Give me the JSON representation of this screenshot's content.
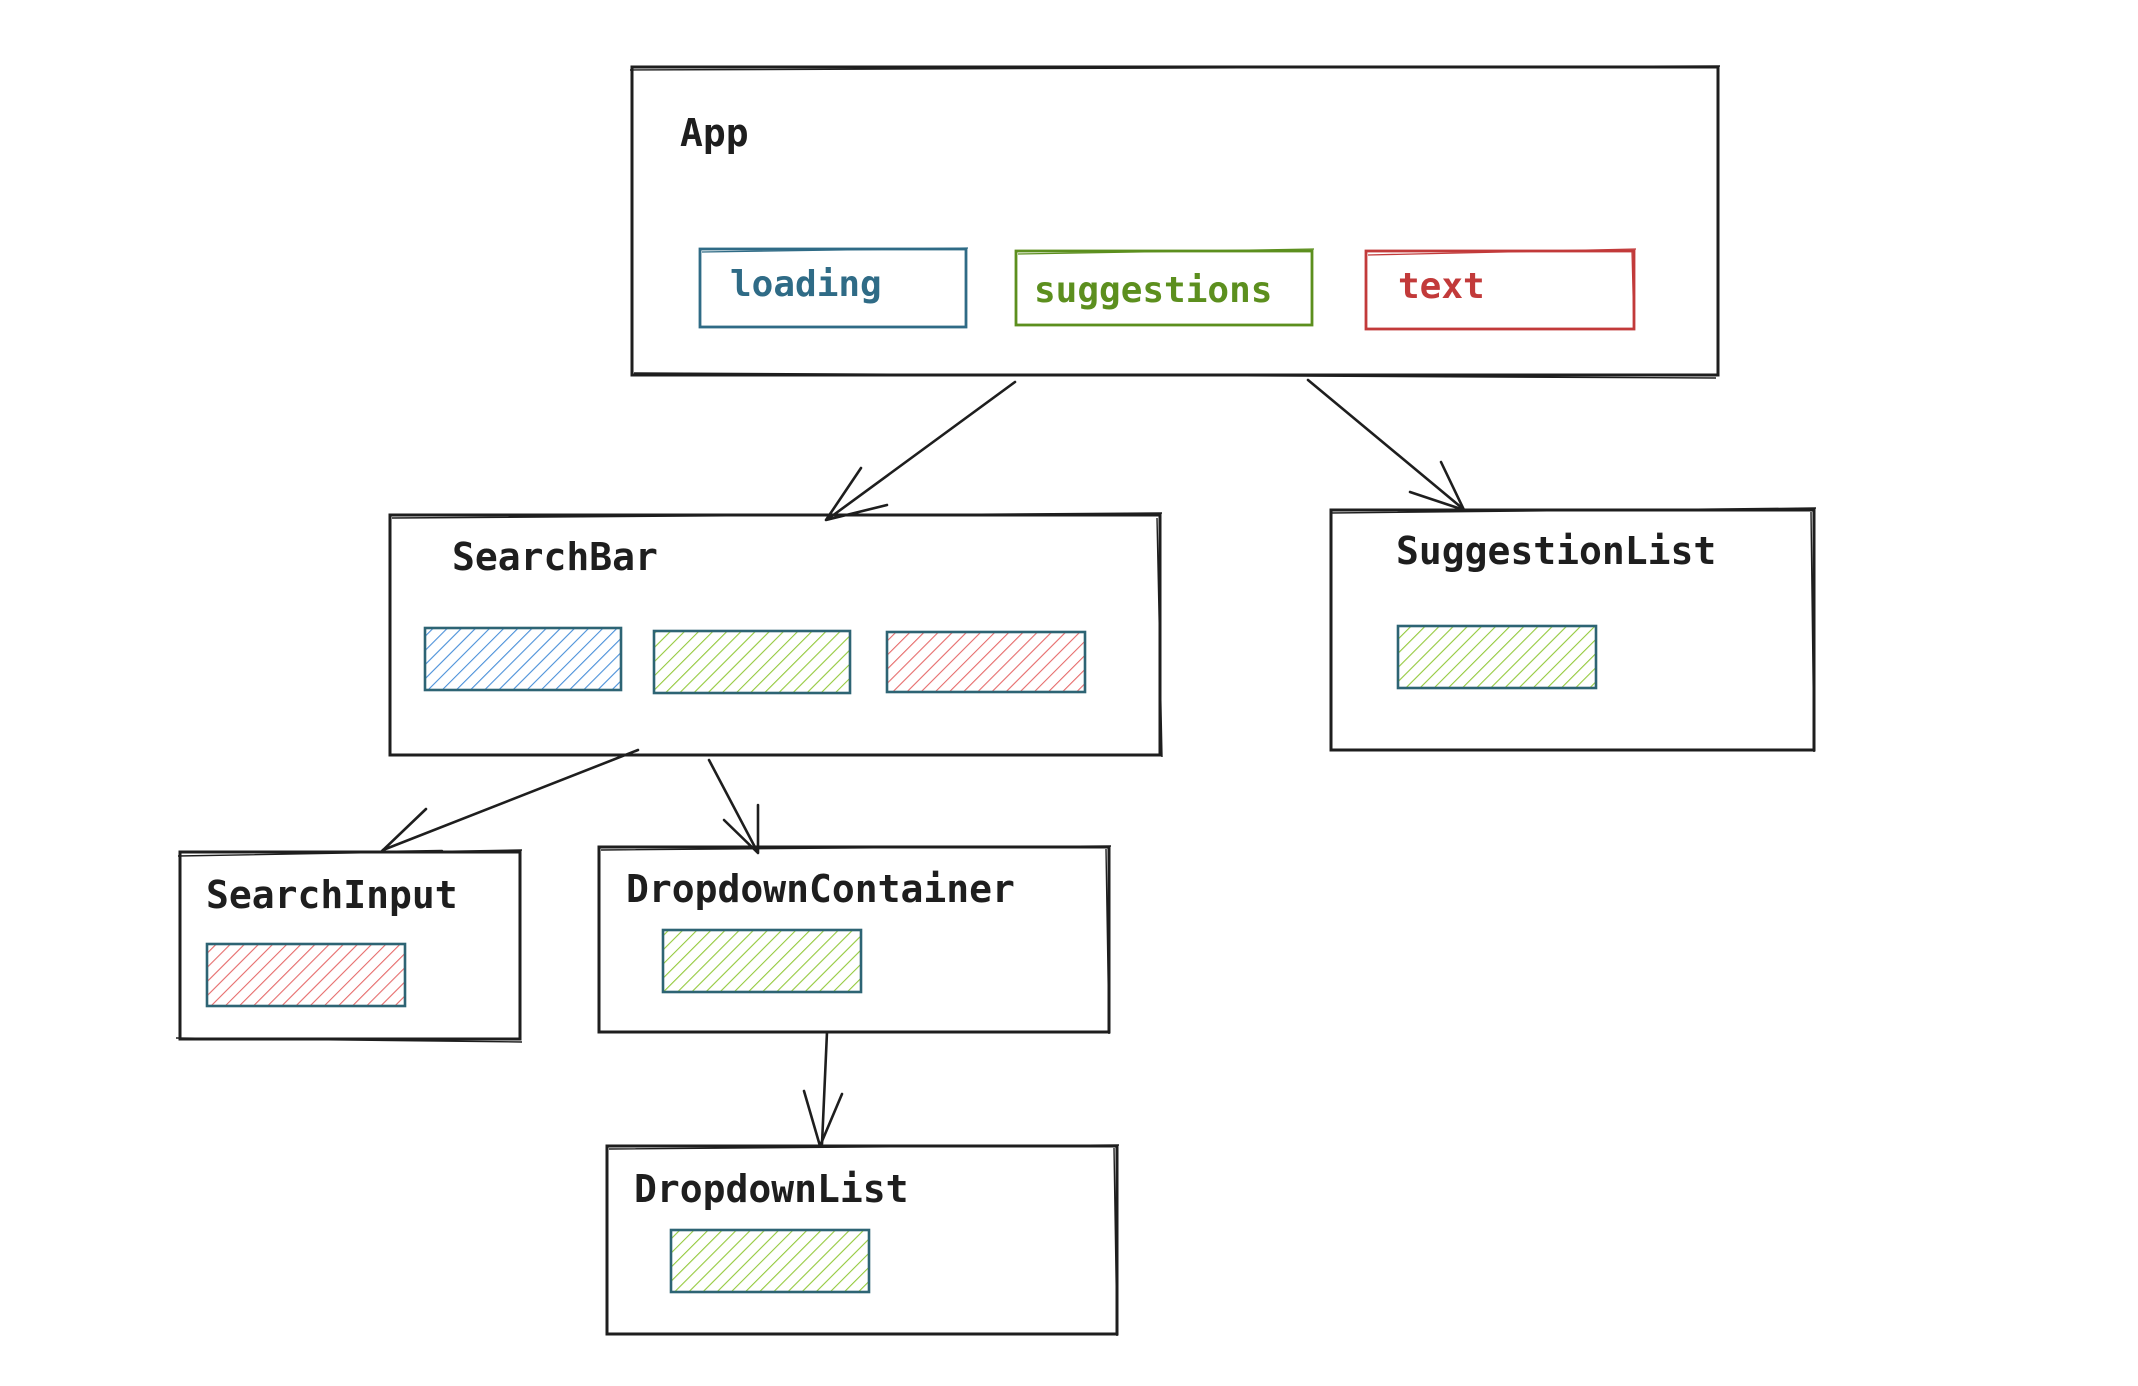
{
  "colors": {
    "ink": "#1e1e1e",
    "loading": "#2f6b86",
    "suggestions": "#5c8f1e",
    "text": "#c23a3a",
    "hatch_loading": "#4a90d9",
    "hatch_suggestions": "#94c93d",
    "hatch_text": "#e66b6b",
    "chip_border": "#2d6474"
  },
  "components": {
    "app": {
      "name": "App"
    },
    "search_bar": {
      "name": "SearchBar"
    },
    "suggestion_list": {
      "name": "SuggestionList"
    },
    "search_input": {
      "name": "SearchInput"
    },
    "dropdown_container": {
      "name": "DropdownContainer"
    },
    "dropdown_list": {
      "name": "DropdownList"
    }
  },
  "state": {
    "loading": "loading",
    "suggestions": "suggestions",
    "text": "text"
  }
}
